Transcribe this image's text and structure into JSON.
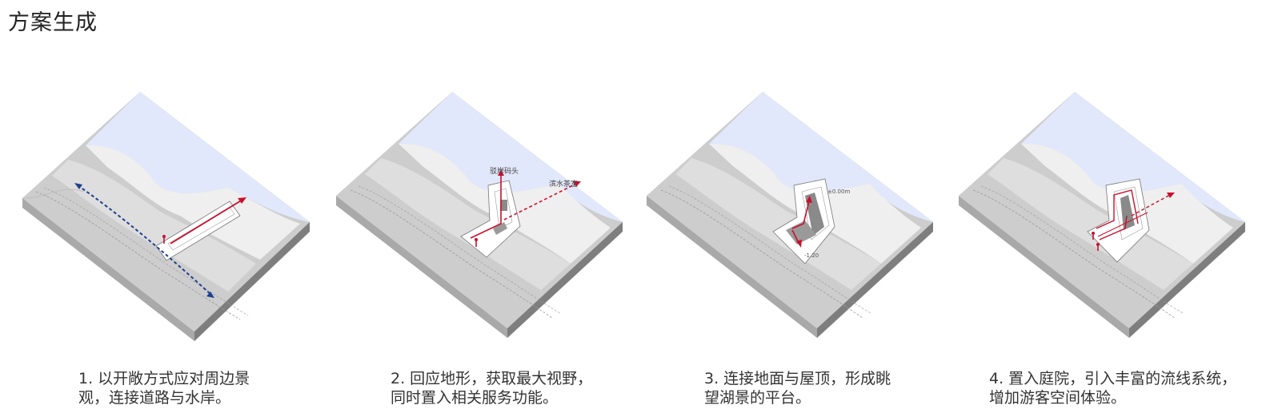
{
  "page": {
    "title": "方案生成"
  },
  "steps": [
    {
      "caption_line1": "1. 以开敞方式应对周边景",
      "caption_line2": "观，连接道路与水岸。"
    },
    {
      "caption_line1": "2. 回应地形，获取最大视野，",
      "caption_line2": "同时置入相关服务功能。",
      "label_a": "驳岸码头",
      "label_b": "滨水茶室"
    },
    {
      "caption_line1": "3. 连接地面与屋顶，形成眺",
      "caption_line2": "望湖景的平台。",
      "label_elev": "±0.00m",
      "label_low": "-1.20"
    },
    {
      "caption_line1": "4. 置入庭院，引入丰富的流线系统，",
      "caption_line2": "增加游客空间体验。"
    }
  ],
  "colors": {
    "water": "#e2e8fb",
    "land_light": "#efefef",
    "land_mid": "#dedede",
    "land_dark": "#cdcdcd",
    "side_left": "#a9a9a9",
    "side_right": "#7e7e7e",
    "path_red": "#c8102e",
    "road_blue": "#1f3f8f"
  }
}
